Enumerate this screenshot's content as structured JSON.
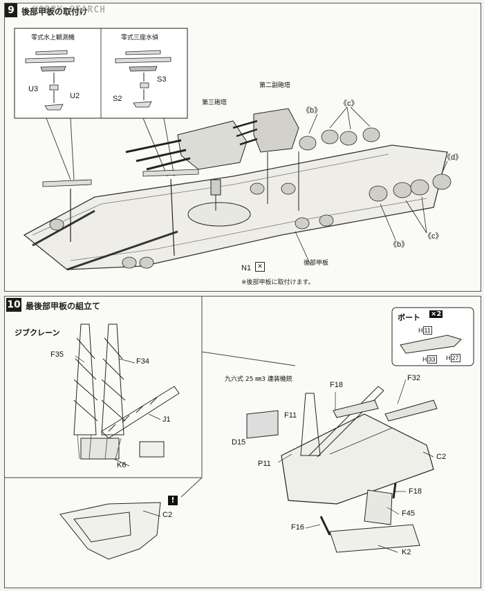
{
  "watermark": "HOBBY SEARCH",
  "step9": {
    "badge": "9",
    "title": "後部甲板の取付け",
    "inset_left_title": "零式水上観測機",
    "inset_right_title": "零式三座水偵",
    "parts": {
      "u3": "U3",
      "u2": "U2",
      "s2": "S2",
      "s3": "S3",
      "turret3": "第三砲塔",
      "subturret2": "第二副砲塔",
      "b1": "《b》",
      "c1": "《c》",
      "b2": "《b》",
      "c2": "《c》",
      "d1": "《d》",
      "n1": "N1",
      "deck": "後部甲板"
    },
    "note": "※後部甲板に取付けます。"
  },
  "step10": {
    "badge": "10",
    "title": "最後部甲板の組立て",
    "jib_title": "ジブクレーン",
    "parts": {
      "f35": "F35",
      "f34": "F34",
      "j1": "J1",
      "k6": "K6",
      "aa_gun": "九六式 25 ㎜3 連装機銃",
      "d15": "D15",
      "f11": "F11",
      "p11": "P11",
      "f18a": "F18",
      "f32": "F32",
      "c2a": "C2",
      "f18b": "F18",
      "f45": "F45",
      "f16": "F16",
      "k2": "K2",
      "c2b": "C2"
    },
    "boat": {
      "title": "ボート",
      "count": "×2",
      "h_prefix": "H",
      "h1": "11",
      "h2": "33",
      "h3": "27"
    },
    "warning_icon": "exclamation-icon"
  }
}
